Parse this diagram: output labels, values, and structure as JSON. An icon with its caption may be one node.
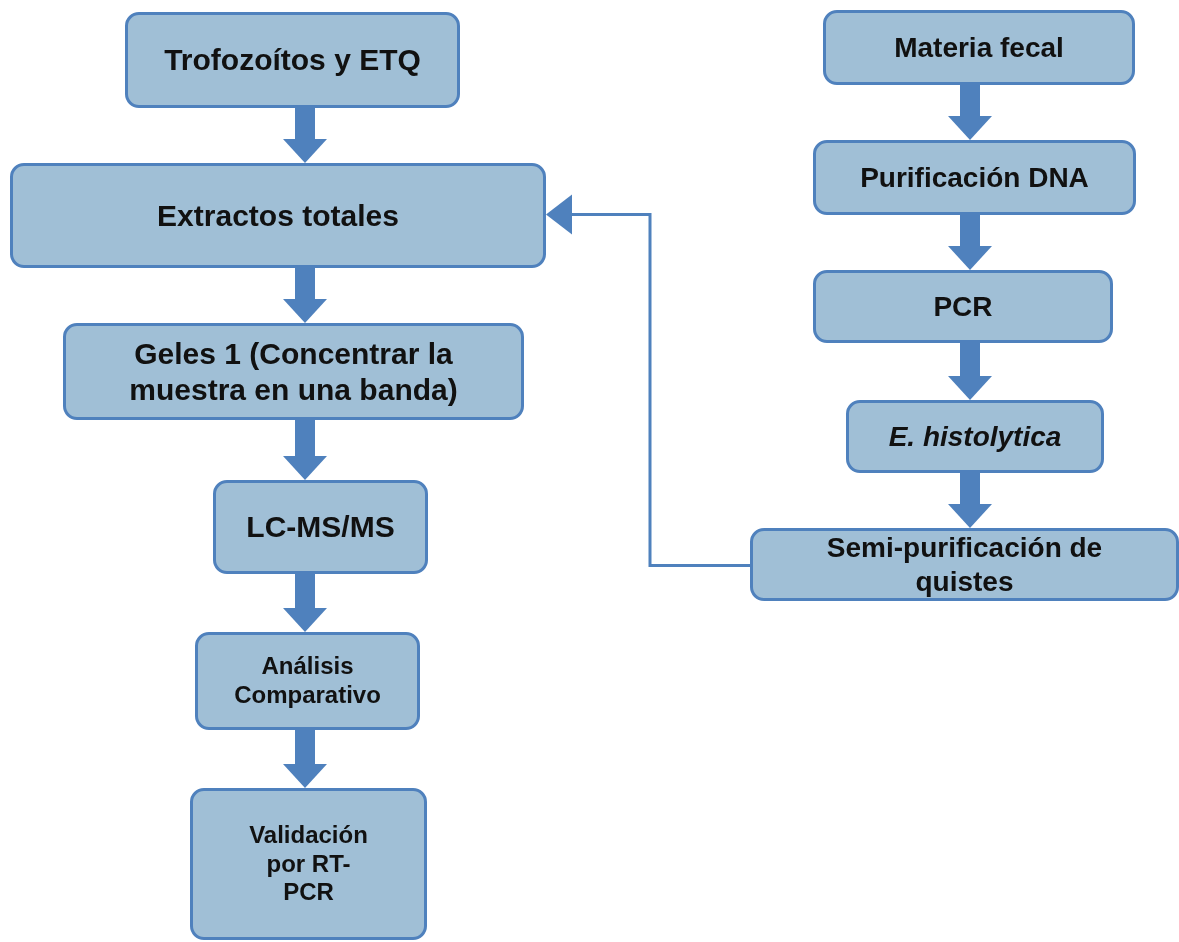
{
  "diagram": {
    "nodes": [
      {
        "text": [
          "Trofozoítos y ETQ"
        ]
      },
      {
        "text": [
          "Extractos totales"
        ]
      },
      {
        "text": [
          "Geles 1 (Concentrar la muestra en una banda)"
        ]
      },
      {
        "text": [
          "LC-MS/MS"
        ]
      },
      {
        "text": [
          "Análisis Comparativo"
        ]
      },
      {
        "text": [
          "Validación por RT-PCR"
        ]
      },
      {
        "text": [
          "Materia fecal"
        ]
      },
      {
        "text": [
          "Purificación DNA"
        ]
      },
      {
        "text": [
          "PCR"
        ]
      },
      {
        "text": [
          "E. histolytica"
        ]
      },
      {
        "text": [
          "Semi-purificación de quistes"
        ]
      }
    ],
    "edges": [
      {
        "from": 0,
        "to": 1,
        "arrow": "to"
      },
      {
        "from": 1,
        "to": 2,
        "arrow": "to"
      },
      {
        "from": 2,
        "to": 3,
        "arrow": "to"
      },
      {
        "from": 3,
        "to": 4,
        "arrow": "to"
      },
      {
        "from": 4,
        "to": 5,
        "arrow": "to"
      },
      {
        "from": 6,
        "to": 7,
        "arrow": "to"
      },
      {
        "from": 7,
        "to": 8,
        "arrow": "to"
      },
      {
        "from": 8,
        "to": 9,
        "arrow": "to"
      },
      {
        "from": 9,
        "to": 10,
        "arrow": "to"
      },
      {
        "from": 10,
        "to": 1,
        "arrow": "to"
      }
    ]
  }
}
